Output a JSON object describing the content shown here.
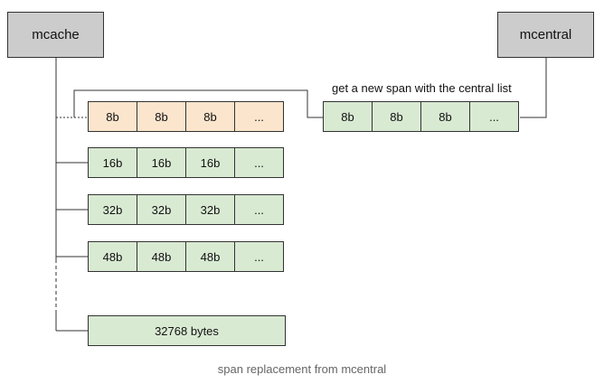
{
  "nodes": {
    "mcache": "mcache",
    "mcentral": "mcentral"
  },
  "annotation": "get a new span with the central list",
  "cache_rows": [
    {
      "cells": [
        "8b",
        "8b",
        "8b",
        "..."
      ]
    },
    {
      "cells": [
        "16b",
        "16b",
        "16b",
        "..."
      ]
    },
    {
      "cells": [
        "32b",
        "32b",
        "32b",
        "..."
      ]
    },
    {
      "cells": [
        "48b",
        "48b",
        "48b",
        "..."
      ]
    }
  ],
  "large_span": "32768 bytes",
  "central_row": {
    "cells": [
      "8b",
      "8b",
      "8b",
      "..."
    ]
  },
  "caption": "span replacement from mcentral",
  "colors": {
    "node_fill": "#cccccc",
    "span_orange": "#fce5cd",
    "span_green": "#d9ead3",
    "caption_text": "#666666"
  }
}
